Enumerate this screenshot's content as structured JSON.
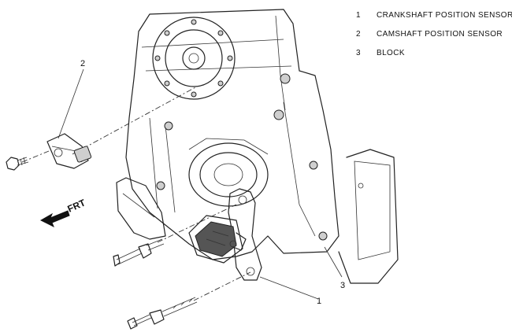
{
  "legend": {
    "items": [
      {
        "number": "1",
        "label": "CRANKSHAFT POSITION SENSOR"
      },
      {
        "number": "2",
        "label": "CAMSHAFT POSITION SENSOR"
      },
      {
        "number": "3",
        "label": "BLOCK"
      }
    ]
  },
  "callouts": {
    "crankshaft_sensor": "1",
    "camshaft_sensor": "2",
    "block": "3"
  },
  "direction": {
    "label": "FRT",
    "icon": "front-arrow-icon"
  }
}
